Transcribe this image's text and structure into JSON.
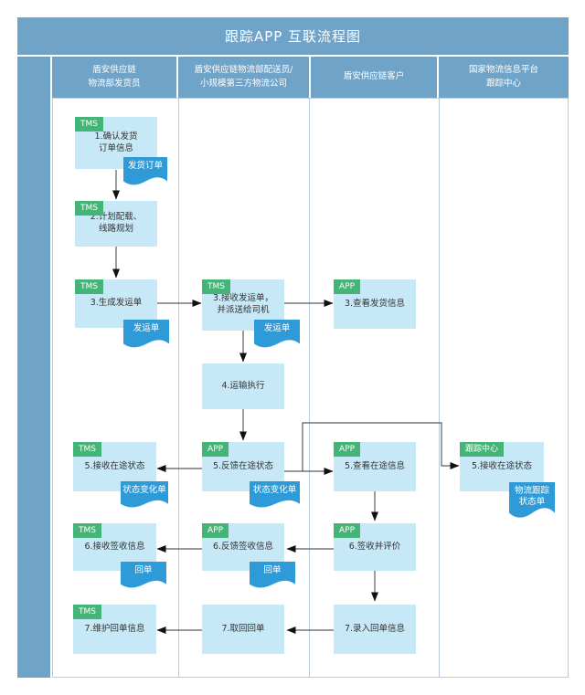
{
  "title": "跟踪APP 互联流程图",
  "lanes": [
    {
      "label": "盾安供应链\n物流部发货员"
    },
    {
      "label": "盾安供应链物流部配送员/\n小规模第三方物流公司"
    },
    {
      "label": "盾安供应链客户"
    },
    {
      "label": "国家物流信息平台\n跟踪中心"
    }
  ],
  "steps": {
    "s1": {
      "tag": "TMS",
      "text": "1.确认发货\n订单信息",
      "doc": "发货订单"
    },
    "s2": {
      "tag": "TMS",
      "text": "2.计划配载、\n线路规划"
    },
    "s3a": {
      "tag": "TMS",
      "text": "3.生成发运单",
      "doc": "发运单"
    },
    "s3b": {
      "tag": "TMS",
      "text": "3.接收发运单，\n并派送给司机",
      "doc": "发运单"
    },
    "s3c": {
      "tag": "APP",
      "text": "3.查看发货信息"
    },
    "s4": {
      "text": "4.运输执行"
    },
    "s5a": {
      "tag": "TMS",
      "text": "5.接收在途状态",
      "doc": "状态变化单"
    },
    "s5b": {
      "tag": "APP",
      "text": "5.反馈在途状态",
      "doc": "状态变化单"
    },
    "s5c": {
      "tag": "APP",
      "text": "5.查看在途信息"
    },
    "s5d": {
      "tag": "跟踪中心",
      "text": "5.接收在途状态",
      "doc": "物流跟踪\n状态单"
    },
    "s6a": {
      "tag": "TMS",
      "text": "6.接收签收信息",
      "doc": "回单"
    },
    "s6b": {
      "tag": "APP",
      "text": "6.反馈签收信息",
      "doc": "回单"
    },
    "s6c": {
      "tag": "APP",
      "text": "6.签收并评价"
    },
    "s7a": {
      "tag": "TMS",
      "text": "7.维护回单信息"
    },
    "s7b": {
      "text": "7.取回回单"
    },
    "s7c": {
      "text": "7.录入回单信息"
    }
  },
  "colors": {
    "lane_header_blue": "#6FA3C8",
    "node_fill_blue": "#C7E8F6",
    "tag_green": "#44B577",
    "document_blue": "#2E9BD8",
    "grid_line_blue": "#B3CDE6",
    "arrow_gray": "#5a5a5a"
  }
}
